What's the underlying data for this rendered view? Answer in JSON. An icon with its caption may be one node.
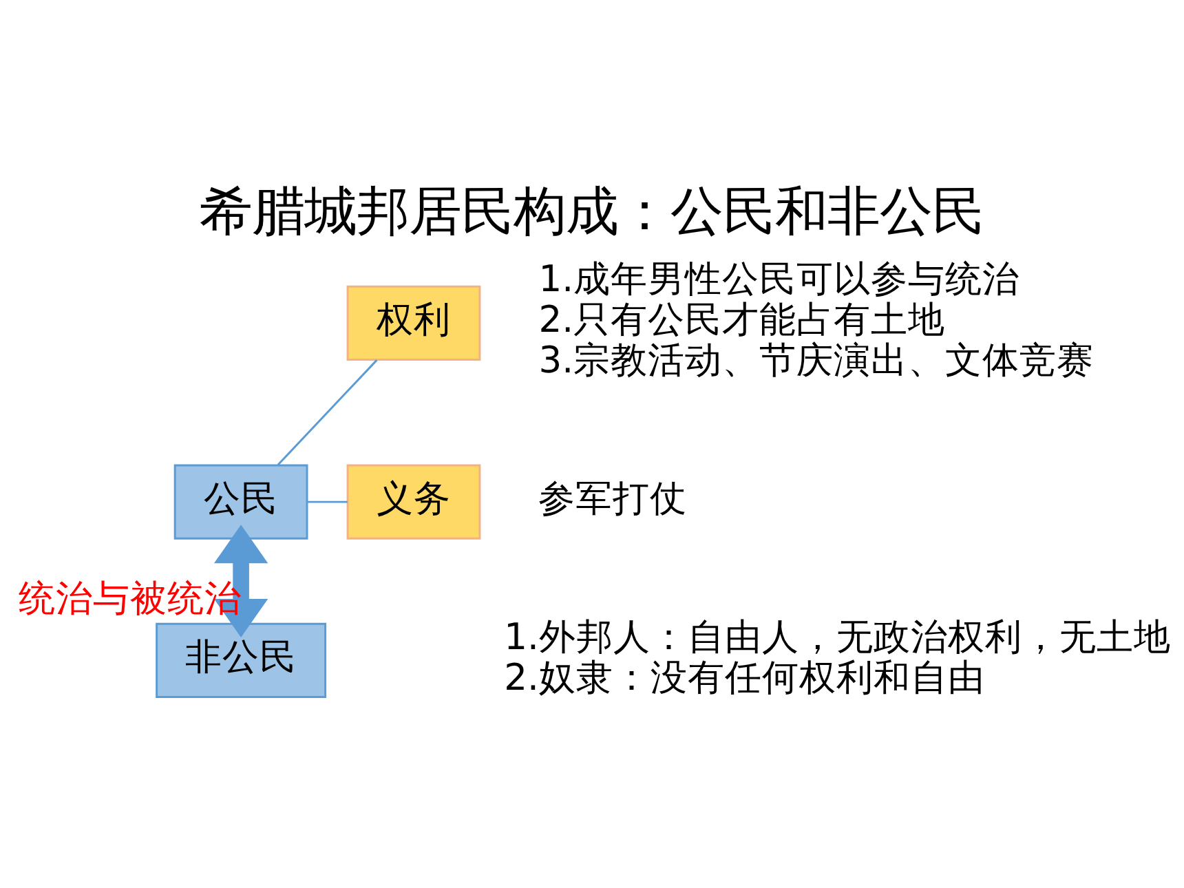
{
  "diagram": {
    "title": "希腊城邦居民构成：公民和非公民",
    "nodes": [
      {
        "text": [
          "公民"
        ]
      },
      {
        "text": [
          "权利"
        ],
        "beside": [
          "1.成年男性公民可以参与统治",
          "2.只有公民才能占有土地",
          "3.宗教活动、节庆演出、文体竞赛"
        ]
      },
      {
        "text": [
          "义务"
        ],
        "beside": [
          "参军打仗"
        ]
      },
      {
        "text": [
          "非公民"
        ],
        "beside": [
          "1.外邦人：自由人，无政治权利，无土地",
          "2.奴隶：没有任何权利和自由"
        ]
      }
    ],
    "edges": [
      {
        "from": 0,
        "to": 1,
        "arrow": "none"
      },
      {
        "from": 0,
        "to": 2,
        "arrow": "none"
      },
      {
        "from": 0,
        "to": 3,
        "arrow": "both",
        "label": "统治与被统治",
        "style": "thick",
        "color": "#5b9bd5"
      }
    ]
  }
}
